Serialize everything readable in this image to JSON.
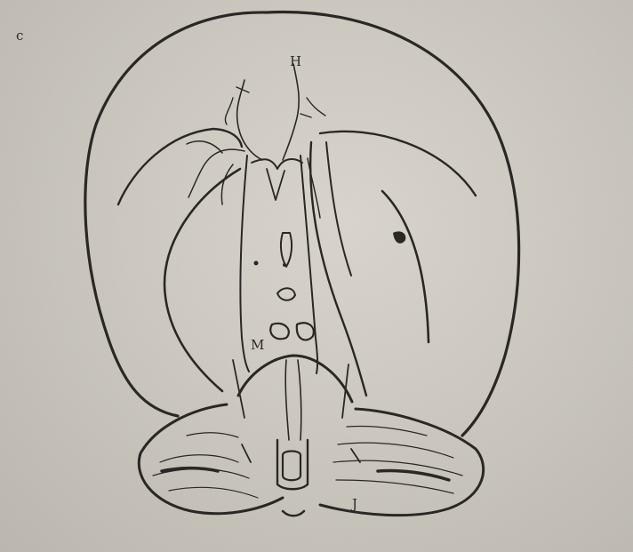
{
  "figure": {
    "labels": {
      "corner": "c",
      "top": "H",
      "middle": "M",
      "bottom_right": "J"
    },
    "ink_color": "#2a2824",
    "paper_color": "#d3cfc6"
  }
}
